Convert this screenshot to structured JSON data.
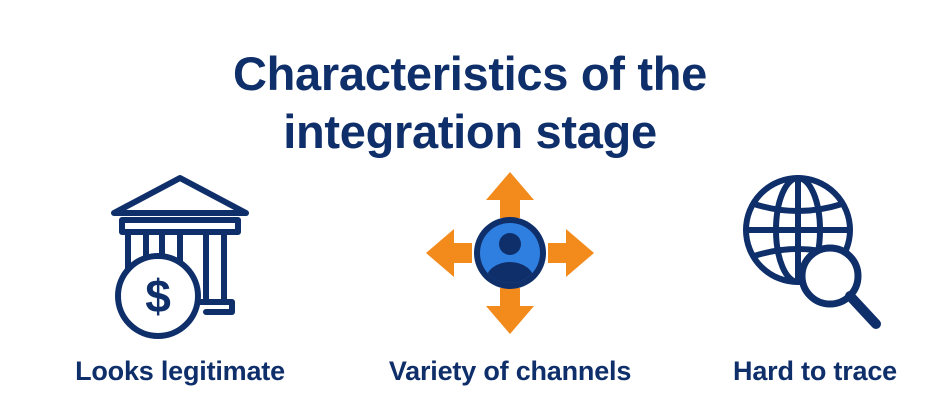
{
  "title": {
    "line1": "Characteristics of the",
    "line2": "integration stage"
  },
  "items": [
    {
      "label": "Looks legitimate",
      "icon": "bank-dollar-icon"
    },
    {
      "label": "Variety of  channels",
      "icon": "user-arrows-icon"
    },
    {
      "label": "Hard to trace",
      "icon": "globe-search-icon"
    }
  ],
  "colors": {
    "navy": "#0f2f6b",
    "orange": "#f38a1c",
    "blue": "#2f7fe0"
  }
}
